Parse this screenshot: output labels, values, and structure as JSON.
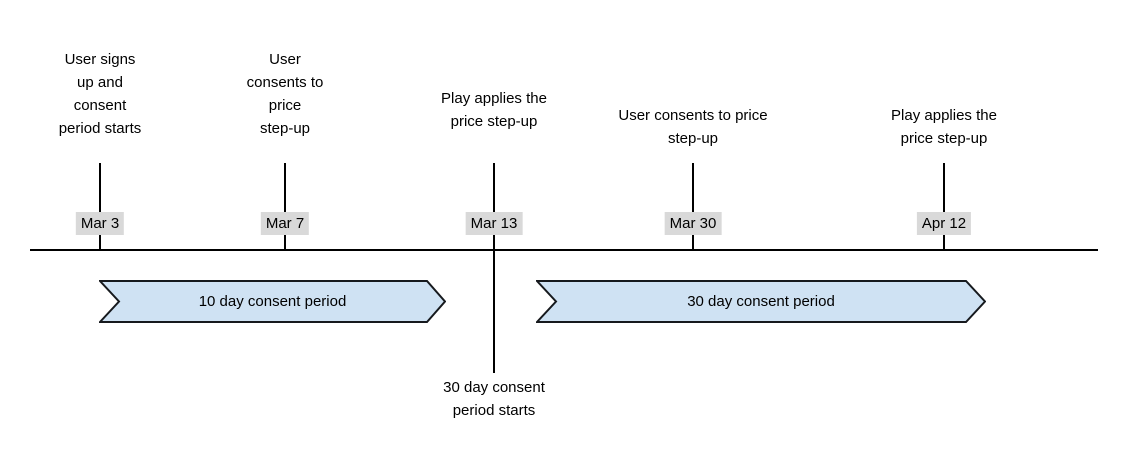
{
  "colors": {
    "banner_fill": "#cfe2f3",
    "banner_stroke": "#16191d",
    "date_chip_bg": "#d9d9d9",
    "line": "#000000",
    "text": "#000000"
  },
  "timeline": {
    "events": [
      {
        "date": "Mar 3",
        "label": "User signs\nup and\nconsent\nperiod starts"
      },
      {
        "date": "Mar 7",
        "label": "User\nconsents to\nprice\nstep-up"
      },
      {
        "date": "Mar 13",
        "label": "Play applies the\nprice step-up",
        "below_label": "30 day consent\nperiod starts"
      },
      {
        "date": "Mar 30",
        "label": "User consents to price\nstep-up"
      },
      {
        "date": "Apr 12",
        "label": "Play applies the\nprice step-up"
      }
    ],
    "banners": [
      {
        "label": "10 day consent period"
      },
      {
        "label": "30 day consent period"
      }
    ]
  }
}
